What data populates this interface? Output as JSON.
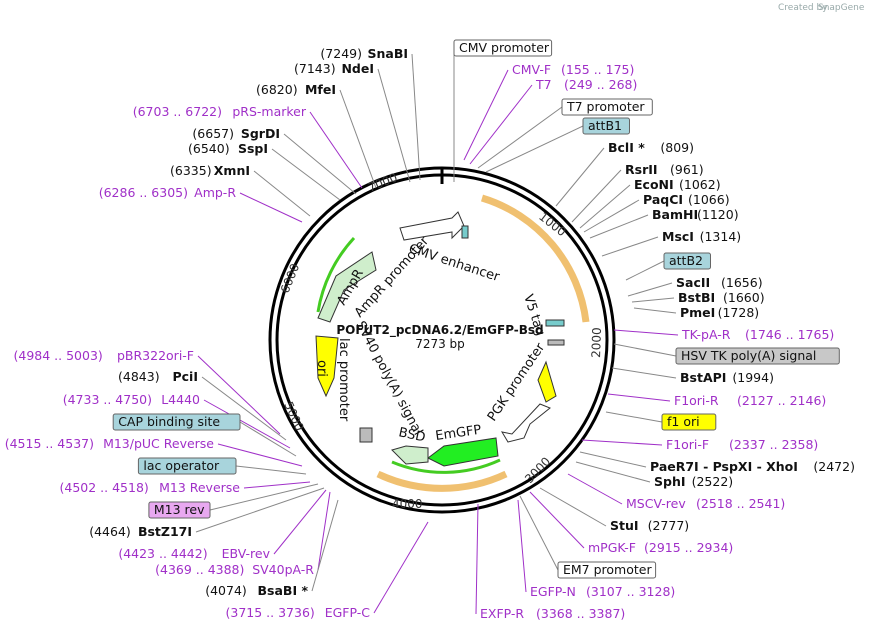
{
  "credit": {
    "prefix": "Created by",
    "brand": "SnapGene"
  },
  "plasmid": {
    "name": "POFUT2_pcDNA6.2/EmGFP-Bsd",
    "length": "7273 bp"
  },
  "ticks": [
    "1000",
    "2000",
    "3000",
    "4000",
    "5000",
    "6000",
    "7000"
  ],
  "inner_features": [
    "CMV enhancer",
    "AmpR promoter",
    "AmpR",
    "ori",
    "lac promoter",
    "SV40 poly(A) signal",
    "BSD",
    "EmGFP",
    "PGK promoter",
    "V5 tag"
  ],
  "right_labels": [
    {
      "name": "CMV promoter",
      "style": "box"
    },
    {
      "name": "CMV-F",
      "pos": "(155 .. 175)",
      "style": "primer"
    },
    {
      "name": "T7",
      "pos": "(249 .. 268)",
      "style": "primer"
    },
    {
      "name": "T7 promoter",
      "style": "box"
    },
    {
      "name": "attB1",
      "style": "teal"
    },
    {
      "name": "BclI *",
      "pos": "(809)",
      "style": "enzyme"
    },
    {
      "name": "RsrII",
      "pos": "(961)",
      "style": "enzyme"
    },
    {
      "name": "EcoNI",
      "pos": "(1062)",
      "style": "enzyme"
    },
    {
      "name": "PaqCI",
      "pos": "(1066)",
      "style": "enzyme"
    },
    {
      "name": "BamHI",
      "pos": "(1120)",
      "style": "enzyme"
    },
    {
      "name": "MscI",
      "pos": "(1314)",
      "style": "enzyme"
    },
    {
      "name": "attB2",
      "style": "teal"
    },
    {
      "name": "SacII",
      "pos": "(1656)",
      "style": "enzyme"
    },
    {
      "name": "BstBI",
      "pos": "(1660)",
      "style": "enzyme"
    },
    {
      "name": "PmeI",
      "pos": "(1728)",
      "style": "enzyme"
    },
    {
      "name": "TK-pA-R",
      "pos": "(1746 .. 1765)",
      "style": "primer"
    },
    {
      "name": "HSV TK poly(A) signal",
      "style": "gray"
    },
    {
      "name": "BstAPI",
      "pos": "(1994)",
      "style": "enzyme"
    },
    {
      "name": "F1ori-R",
      "pos": "(2127 .. 2146)",
      "style": "primer"
    },
    {
      "name": "f1 ori",
      "style": "yellow"
    },
    {
      "name": "F1ori-F",
      "pos": "(2337 .. 2358)",
      "style": "primer"
    },
    {
      "name": "PaeR7I - PspXI - XhoI",
      "pos": "(2472)",
      "style": "enzyme"
    },
    {
      "name": "SphI",
      "pos": "(2522)",
      "style": "enzyme"
    },
    {
      "name": "MSCV-rev",
      "pos": "(2518 .. 2541)",
      "style": "primer"
    },
    {
      "name": "StuI",
      "pos": "(2777)",
      "style": "enzyme"
    },
    {
      "name": "mPGK-F",
      "pos": "(2915 .. 2934)",
      "style": "primer"
    },
    {
      "name": "EM7 promoter",
      "style": "box"
    },
    {
      "name": "EGFP-N",
      "pos": "(3107 .. 3128)",
      "style": "primer"
    },
    {
      "name": "EXFP-R",
      "pos": "(3368 .. 3387)",
      "style": "primer"
    }
  ],
  "left_labels": [
    {
      "name": "SnaBI",
      "pos": "(7249)",
      "style": "enzyme"
    },
    {
      "name": "NdeI",
      "pos": "(7143)",
      "style": "enzyme"
    },
    {
      "name": "MfeI",
      "pos": "(6820)",
      "style": "enzyme"
    },
    {
      "name": "pRS-marker",
      "pos": "(6703 .. 6722)",
      "style": "primer"
    },
    {
      "name": "SgrDI",
      "pos": "(6657)",
      "style": "enzyme"
    },
    {
      "name": "SspI",
      "pos": "(6540)",
      "style": "enzyme"
    },
    {
      "name": "XmnI",
      "pos": "(6335)",
      "style": "enzyme"
    },
    {
      "name": "Amp-R",
      "pos": "(6286 .. 6305)",
      "style": "primer"
    },
    {
      "name": "pBR322ori-F",
      "pos": "(4984 .. 5003)",
      "style": "primer"
    },
    {
      "name": "PciI",
      "pos": "(4843)",
      "style": "enzyme"
    },
    {
      "name": "L4440",
      "pos": "(4733 .. 4750)",
      "style": "primer"
    },
    {
      "name": "CAP binding site",
      "style": "teal"
    },
    {
      "name": "M13/pUC Reverse",
      "pos": "(4515 .. 4537)",
      "style": "primer"
    },
    {
      "name": "lac operator",
      "style": "teal"
    },
    {
      "name": "M13 Reverse",
      "pos": "(4502 .. 4518)",
      "style": "primer"
    },
    {
      "name": "M13 rev",
      "style": "pink"
    },
    {
      "name": "BstZ17I",
      "pos": "(4464)",
      "style": "enzyme"
    },
    {
      "name": "EBV-rev",
      "pos": "(4423 .. 4442)",
      "style": "primer"
    },
    {
      "name": "SV40pA-R",
      "pos": "(4369 .. 4388)",
      "style": "primer"
    },
    {
      "name": "BsaBI *",
      "pos": "(4074)",
      "style": "enzyme"
    },
    {
      "name": "EGFP-C",
      "pos": "(3715 .. 3736)",
      "style": "primer"
    }
  ],
  "colors": {
    "primer": "#a030c8",
    "teal_box": "#a8d4dc",
    "gray_box": "#c8c8c8",
    "yellow_box": "#ffff00",
    "pink_box": "#e8a8f0",
    "orange_arc": "#f0c070",
    "green_arc": "#44cc22"
  }
}
